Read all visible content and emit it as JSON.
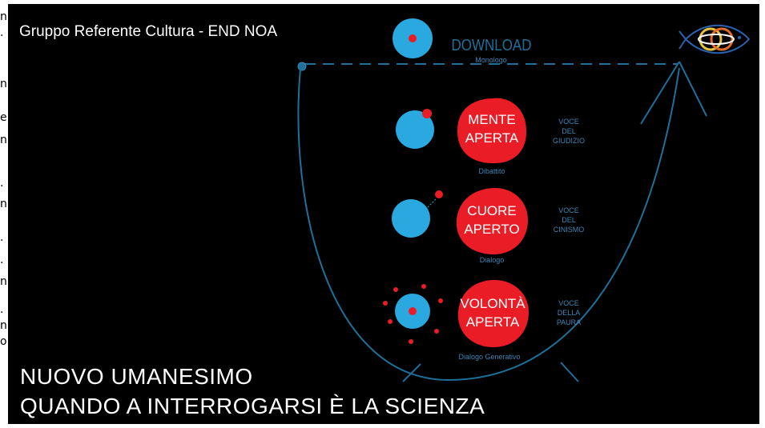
{
  "header": {
    "title": "Gruppo Referente Cultura - END NOA"
  },
  "footer": {
    "line1": "NUOVO UMANESIMO",
    "line2": "QUANDO A INTERROGARSI È LA SCIENZA"
  },
  "left_strip": {
    "chars": [
      "n",
      ".",
      "n",
      "e",
      "n",
      ".",
      "n",
      ".",
      ".",
      "n",
      ".",
      "n",
      "o"
    ]
  },
  "diagram": {
    "top": {
      "label": "DOWNLOAD",
      "sublabel": "Monologo"
    },
    "levels": [
      {
        "blob": [
          "MENTE",
          "APERTA"
        ],
        "sub": "Dibattito",
        "voice": [
          "VOCE",
          "DEL",
          "GIUDIZIO"
        ]
      },
      {
        "blob": [
          "CUORE",
          "APERTO"
        ],
        "sub": "Dialogo",
        "voice": [
          "VOCE",
          "DEL",
          "CINISMO"
        ]
      },
      {
        "blob": [
          "VOLONTÀ",
          "APERTA"
        ],
        "sub": "Dialogo Generativo",
        "voice": [
          "VOCE",
          "DELLA",
          "PAURA"
        ]
      }
    ]
  },
  "colors": {
    "blue": "#29a9e0",
    "red": "#ea1c26",
    "dark_blue": "#1e6f99",
    "label_blue": "#3f86b6"
  },
  "logo": {
    "icon": "fish-rings-logo"
  }
}
